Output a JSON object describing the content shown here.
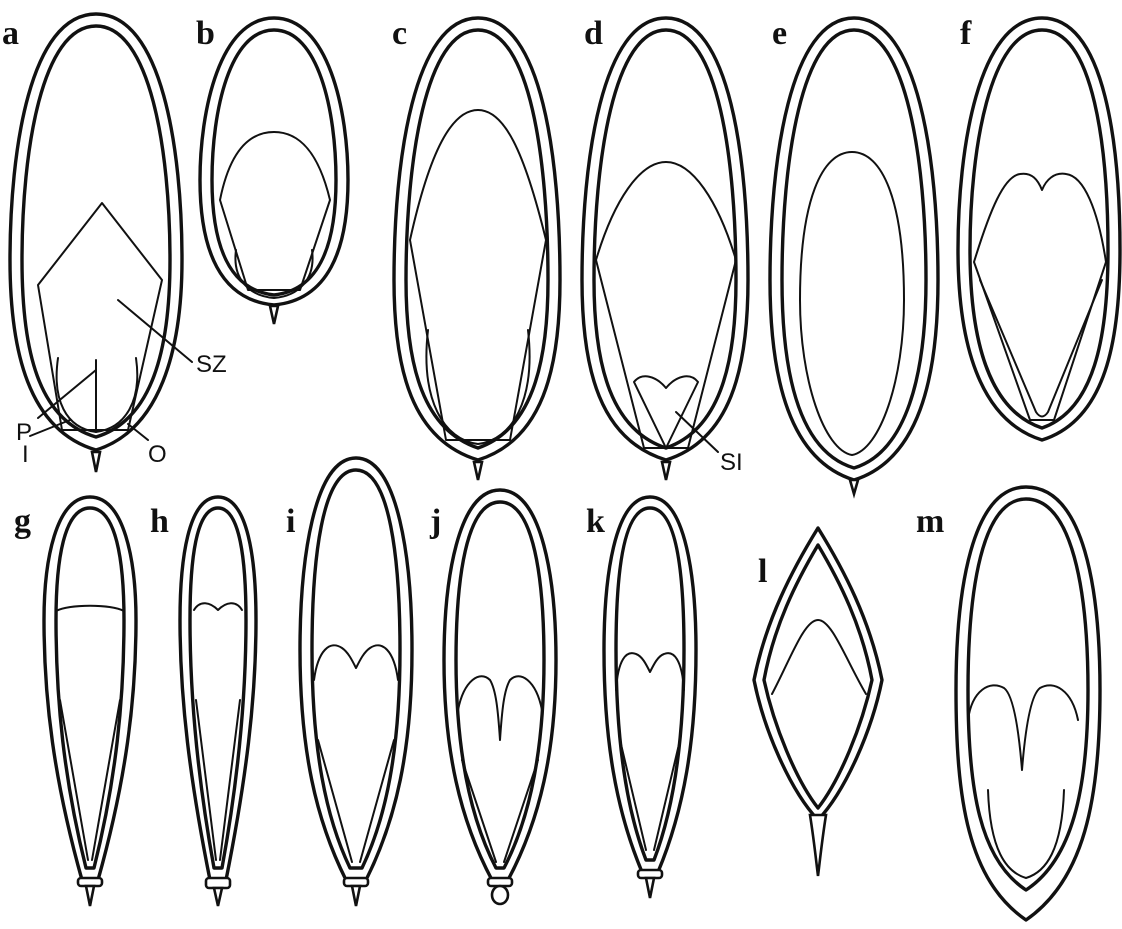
{
  "panels": [
    {
      "id": "a",
      "label": "a"
    },
    {
      "id": "b",
      "label": "b"
    },
    {
      "id": "c",
      "label": "c"
    },
    {
      "id": "d",
      "label": "d"
    },
    {
      "id": "e",
      "label": "e"
    },
    {
      "id": "f",
      "label": "f"
    },
    {
      "id": "g",
      "label": "g"
    },
    {
      "id": "h",
      "label": "h"
    },
    {
      "id": "i",
      "label": "i"
    },
    {
      "id": "j",
      "label": "j"
    },
    {
      "id": "k",
      "label": "k"
    },
    {
      "id": "l",
      "label": "l"
    },
    {
      "id": "m",
      "label": "m"
    }
  ],
  "annotations": {
    "sz": "SZ",
    "p": "P",
    "i": "I",
    "o": "O",
    "si": "SI"
  }
}
